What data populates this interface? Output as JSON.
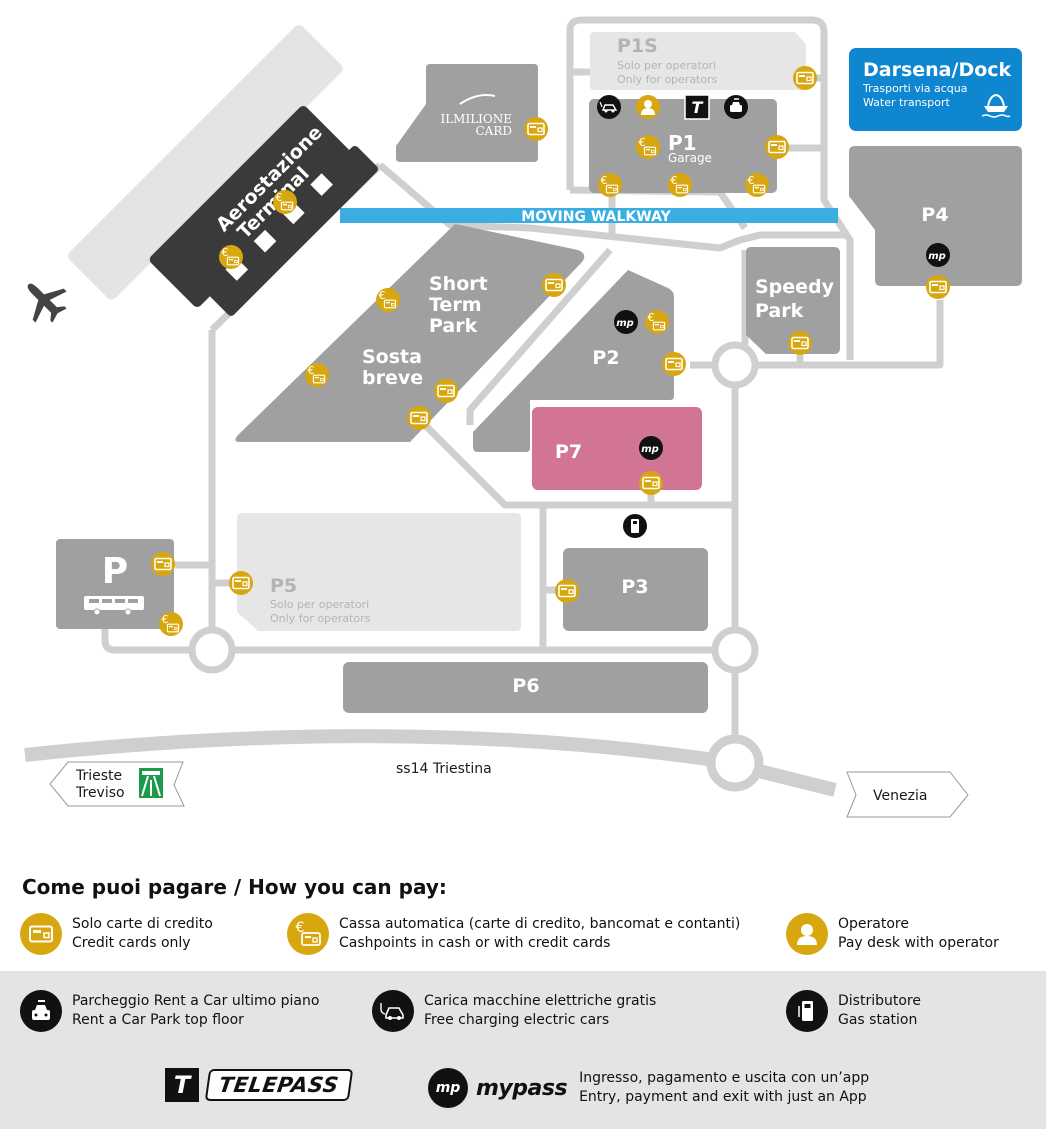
{
  "colors": {
    "payment_gold": "#d8a60e",
    "road_gray": "#cfcfcf",
    "lot_gray": "#a0a0a0",
    "lot_light": "#e6e6e6",
    "terminal_dark": "#3a3a3a",
    "walkway_blue": "#3aaee0",
    "dock_blue": "#0f86d0",
    "p7_pink": "#d27494",
    "legend_band": "#e4e4e4"
  },
  "map": {
    "terminal": {
      "line1": "Aerostazione",
      "line2": "Terminal"
    },
    "ilmilione": {
      "line1": "ILMILIONE",
      "line2": "CARD"
    },
    "p1s": {
      "name": "P1S",
      "line1": "Solo per operatori",
      "line2": "Only for  operators"
    },
    "p1": {
      "name": "P1",
      "sub": "Garage",
      "telepass_badge": "T"
    },
    "walkway": "MOVING WALKWAY",
    "dock": {
      "title": "Darsena/Dock",
      "line1": "Trasporti via acqua",
      "line2": "Water transport"
    },
    "p4": {
      "name": "P4"
    },
    "short_term": {
      "line1": "Short",
      "line2": "Term",
      "line3": "Park"
    },
    "sosta": {
      "line1": "Sosta",
      "line2": "breve"
    },
    "p2": {
      "name": "P2"
    },
    "speedy": {
      "line1": "Speedy",
      "line2": "Park"
    },
    "p7": {
      "name": "P7"
    },
    "bus": {
      "name": "P"
    },
    "p5": {
      "name": "P5",
      "line1": "Solo per operatori",
      "line2": "Only for  operators"
    },
    "p3": {
      "name": "P3"
    },
    "p6": {
      "name": "P6"
    },
    "road_name": "ss14 Triestina",
    "sign_left": {
      "line1": "Trieste",
      "line2": "Treviso"
    },
    "sign_right": "Venezia",
    "mypass_glyph": "mp"
  },
  "legend": {
    "title": "Come puoi pagare / How you can pay:",
    "items": [
      {
        "icon": "credit-card-icon",
        "it": "Solo carte di credito",
        "en": "Credit cards only"
      },
      {
        "icon": "cashpoint-icon",
        "it": "Cassa automatica (carte di credito, bancomat e contanti)",
        "en": "Cashpoints in cash or with credit cards"
      },
      {
        "icon": "operator-icon",
        "it": "Operatore",
        "en": "Pay desk with operator"
      },
      {
        "icon": "rent-a-car-icon",
        "it": "Parcheggio Rent a Car ultimo piano",
        "en": "Rent a Car Park top floor"
      },
      {
        "icon": "ev-charging-icon",
        "it": "Carica macchine elettriche gratis",
        "en": "Free charging electric cars"
      },
      {
        "icon": "gas-station-icon",
        "it": "Distributore",
        "en": "Gas station"
      }
    ],
    "telepass": {
      "badge": "T",
      "word": "TELEPASS"
    },
    "mypass": {
      "badge": "mp",
      "word": "mypass",
      "it": "Ingresso, pagamento e uscita con un’app",
      "en": "Entry, payment and exit with just an App"
    }
  }
}
